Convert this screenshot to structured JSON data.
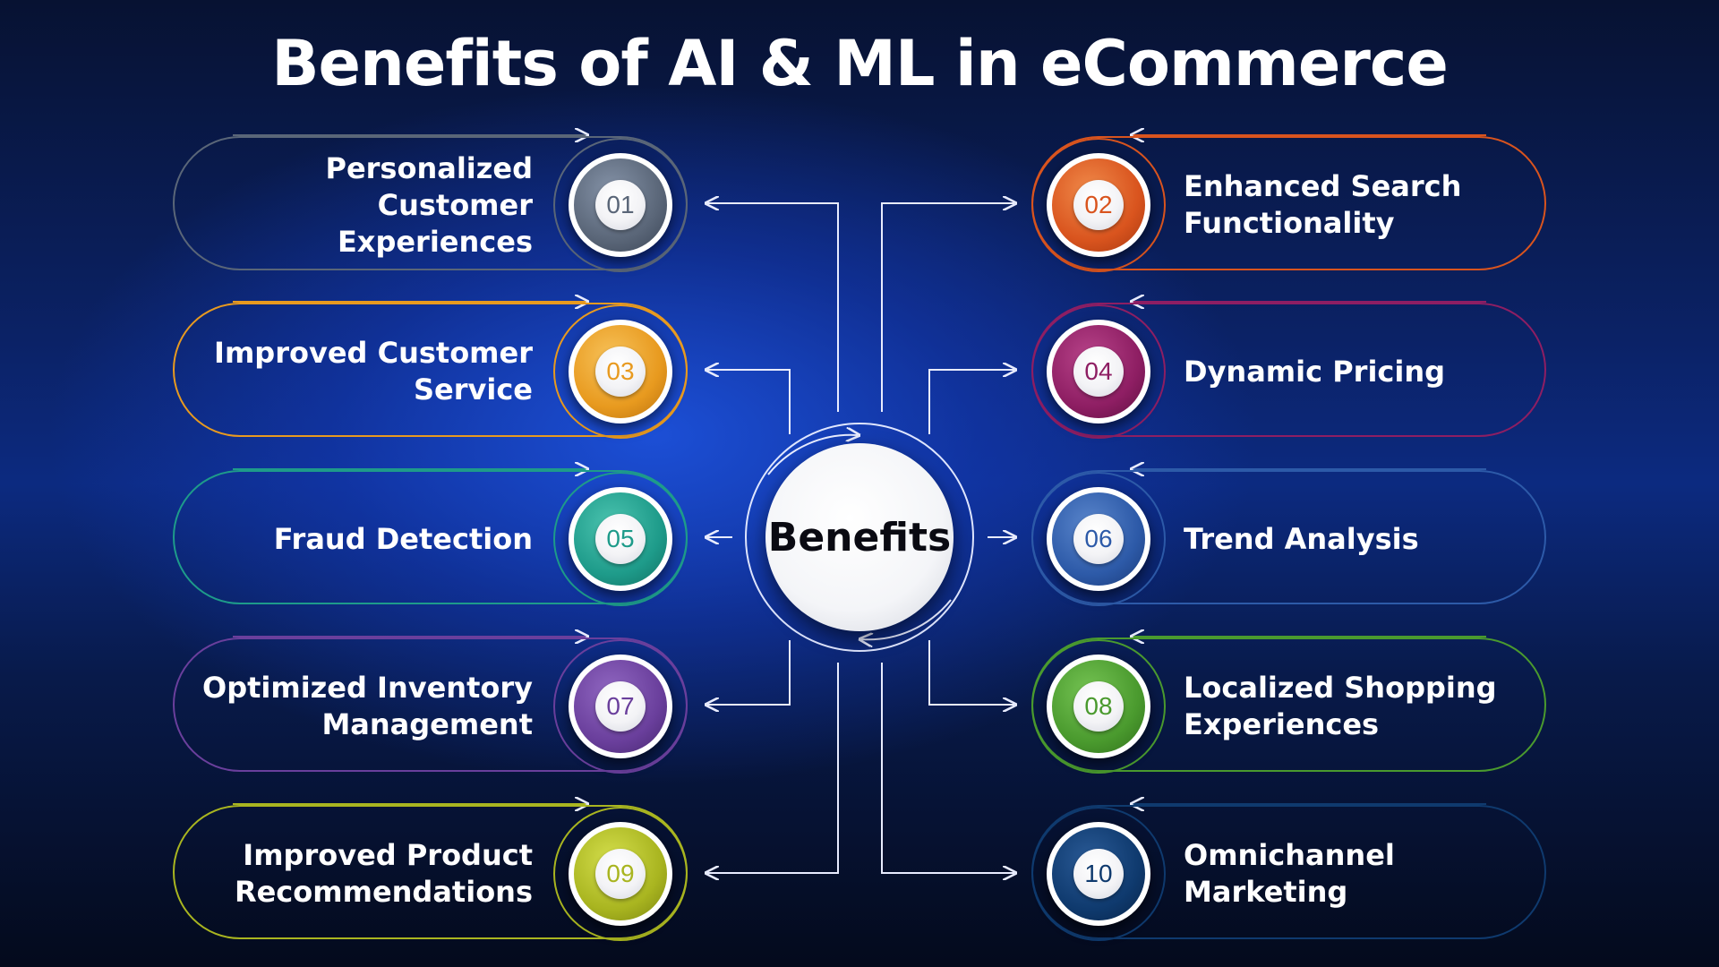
{
  "title": "Benefits of AI & ML in eCommerce",
  "center_label": "Benefits",
  "benefits": [
    {
      "num": "01",
      "label": "Personalized Customer\nExperiences",
      "color": "#5a6678"
    },
    {
      "num": "02",
      "label": "Enhanced Search\nFunctionality",
      "color": "#d9541e"
    },
    {
      "num": "03",
      "label": "Improved Customer\nService",
      "color": "#e89a1f"
    },
    {
      "num": "04",
      "label": "Dynamic Pricing",
      "color": "#8e1e63"
    },
    {
      "num": "05",
      "label": "Fraud Detection",
      "color": "#1e9b8a"
    },
    {
      "num": "06",
      "label": "Trend Analysis",
      "color": "#2d5aa8"
    },
    {
      "num": "07",
      "label": "Optimized Inventory\nManagement",
      "color": "#6a3f9c"
    },
    {
      "num": "08",
      "label": "Localized Shopping\nExperiences",
      "color": "#4a9a2e"
    },
    {
      "num": "09",
      "label": "Improved Product\nRecommendations",
      "color": "#a9b520"
    },
    {
      "num": "10",
      "label": "Omnichannel\nMarketing",
      "color": "#0f3a6e"
    }
  ]
}
